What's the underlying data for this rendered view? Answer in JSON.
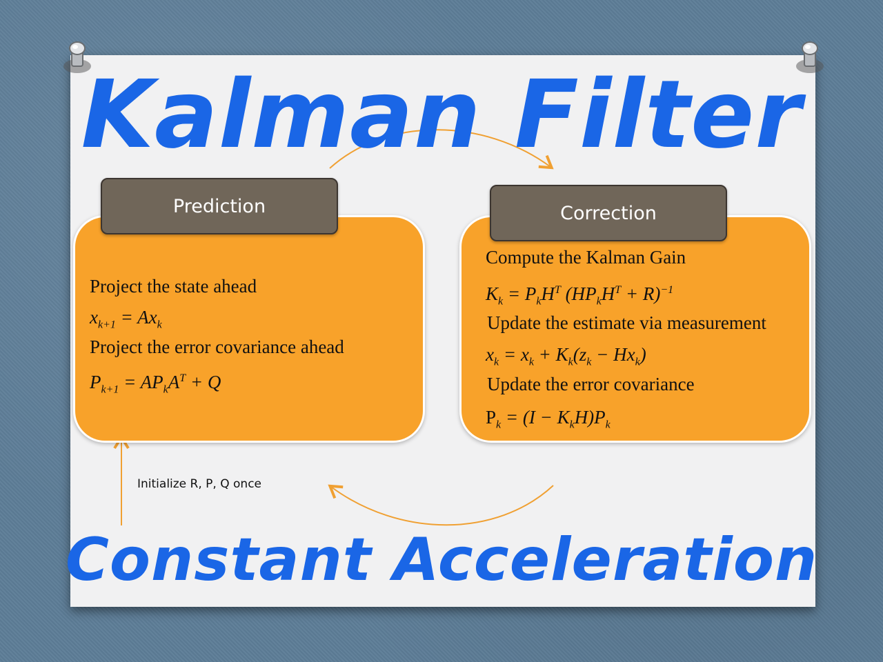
{
  "title": "Kalman Filter",
  "subtitle": "Constant Acceleration",
  "prediction": {
    "label": "Prediction",
    "lines": [
      {
        "text": "Project the state ahead"
      },
      {
        "eq": "x_{k+1} = Ax_k"
      },
      {
        "text": "Project the error covariance ahead"
      },
      {
        "eq": "P_{k+1} = AP_kA^T + Q"
      }
    ],
    "line1": "Project the state ahead",
    "eq1": "x",
    "eq1_sub": "k+1",
    "eq1_rest": " = Ax",
    "eq1_sub2": "k",
    "line2": "Project the error covariance ahead",
    "eq2_p": "P",
    "eq2_sub": "k+1",
    "eq2_mid": " = AP",
    "eq2_sub2": "k",
    "eq2_a": "A",
    "eq2_sup": "T",
    "eq2_end": " + Q"
  },
  "correction": {
    "label": "Correction",
    "line1": "Compute the Kalman Gain",
    "k_eq": {
      "a": "K",
      "a_sub": "k",
      "b": " = P",
      "b_sub": "k",
      "c": "H",
      "c_sup": "T",
      "d": " (HP",
      "d_sub": "k",
      "e": "H",
      "e_sup": "T",
      "f": " + R)",
      "f_sup": "−1"
    },
    "line2": "Update the estimate via measurement",
    "x_eq": {
      "a": "x",
      "a_sub": "k",
      "b": " = x",
      "b_sub": "k",
      "c": " + K",
      "c_sub": "k",
      "d": "(z",
      "d_sub": "k",
      "e": " − Hx",
      "e_sub": "k",
      "f": ")"
    },
    "line3": "Update the error covariance",
    "p_eq": {
      "a": "P",
      "a_sub": "k",
      "b": " = (I − K",
      "b_sub": "k",
      "c": "H)P",
      "c_sub": "k"
    }
  },
  "init_note": "Initialize R, P, Q once",
  "colors": {
    "title": "#1a66e6",
    "panel": "#f8a22a",
    "tab": "#706659",
    "arrow": "#f0a032",
    "background": "#5d7d97"
  }
}
